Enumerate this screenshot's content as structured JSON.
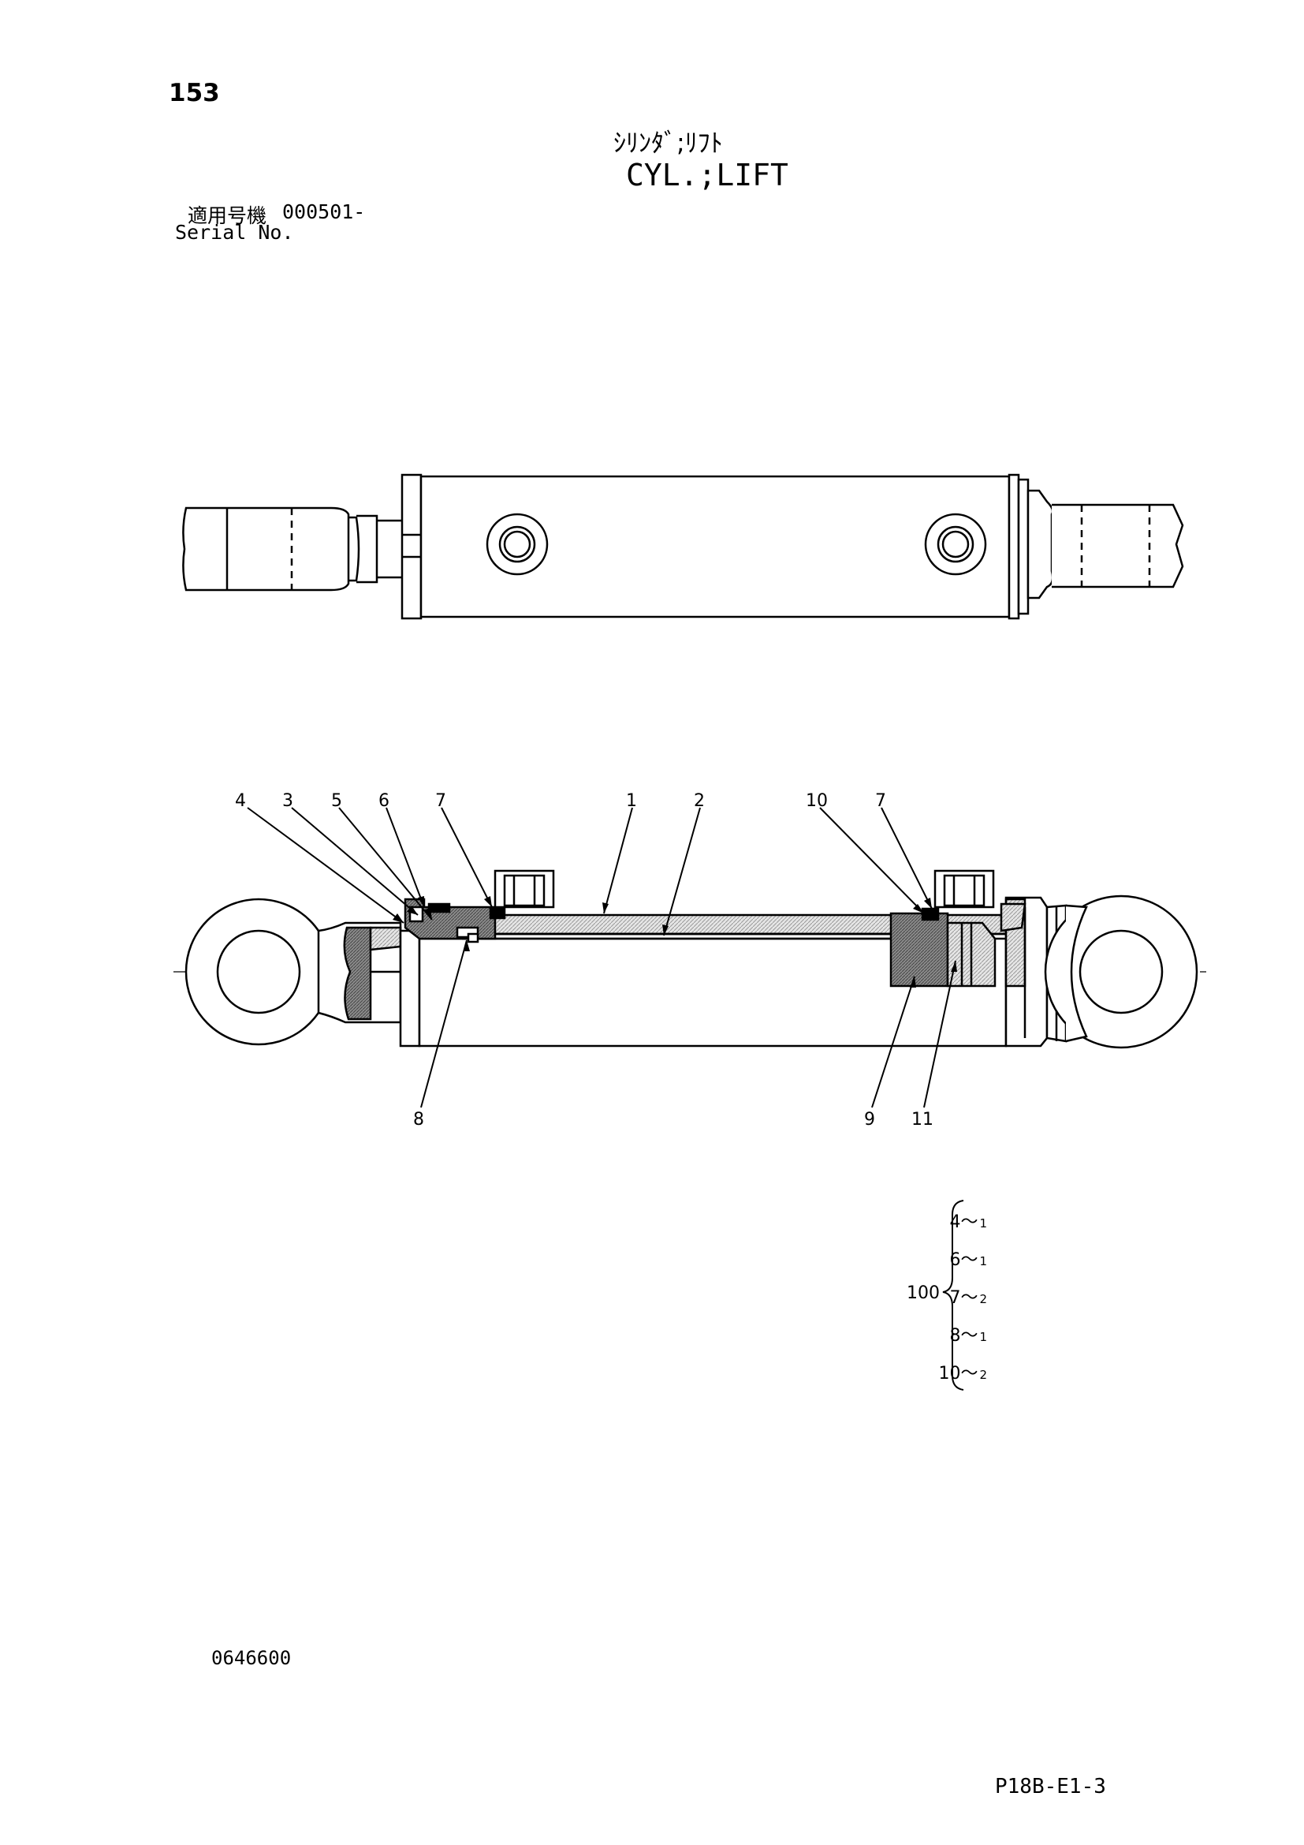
{
  "header": {
    "page_number": "153",
    "title_jp": "ｼﾘﾝﾀﾞ;ﾘﾌﾄ",
    "title_en": "CYL.;LIFT",
    "serial_label_jp": "適用号機",
    "serial_value": "000501-",
    "serial_label_en": "Serial No."
  },
  "callouts": {
    "c4": "4",
    "c3": "3",
    "c5": "5",
    "c6": "6",
    "c7a": "7",
    "c1": "1",
    "c2": "2",
    "c10": "10",
    "c7b": "7",
    "c8": "8",
    "c9": "9",
    "c11": "11"
  },
  "kit": {
    "number": "100",
    "items": [
      {
        "part": "4",
        "qty": "1"
      },
      {
        "part": "6",
        "qty": "1"
      },
      {
        "part": "7",
        "qty": "2"
      },
      {
        "part": "8",
        "qty": "1"
      },
      {
        "part": "10",
        "qty": "2"
      }
    ],
    "separator": "～"
  },
  "footer": {
    "doc_code": "0646600",
    "page_code": "P18B-E1-3"
  }
}
